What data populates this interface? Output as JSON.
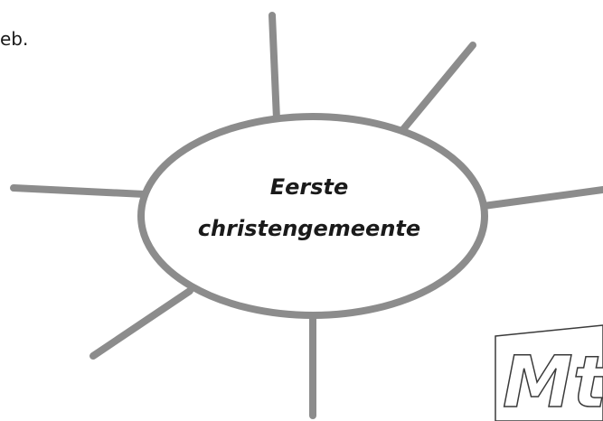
{
  "corner_text": "eb.",
  "center": {
    "line1": "Eerste",
    "line2": "christengemeente"
  },
  "logo": {
    "text": "Mt"
  },
  "colors": {
    "stroke": "#8c8c8c",
    "ellipse_fill": "#ffffff",
    "text": "#1a1a1a"
  }
}
